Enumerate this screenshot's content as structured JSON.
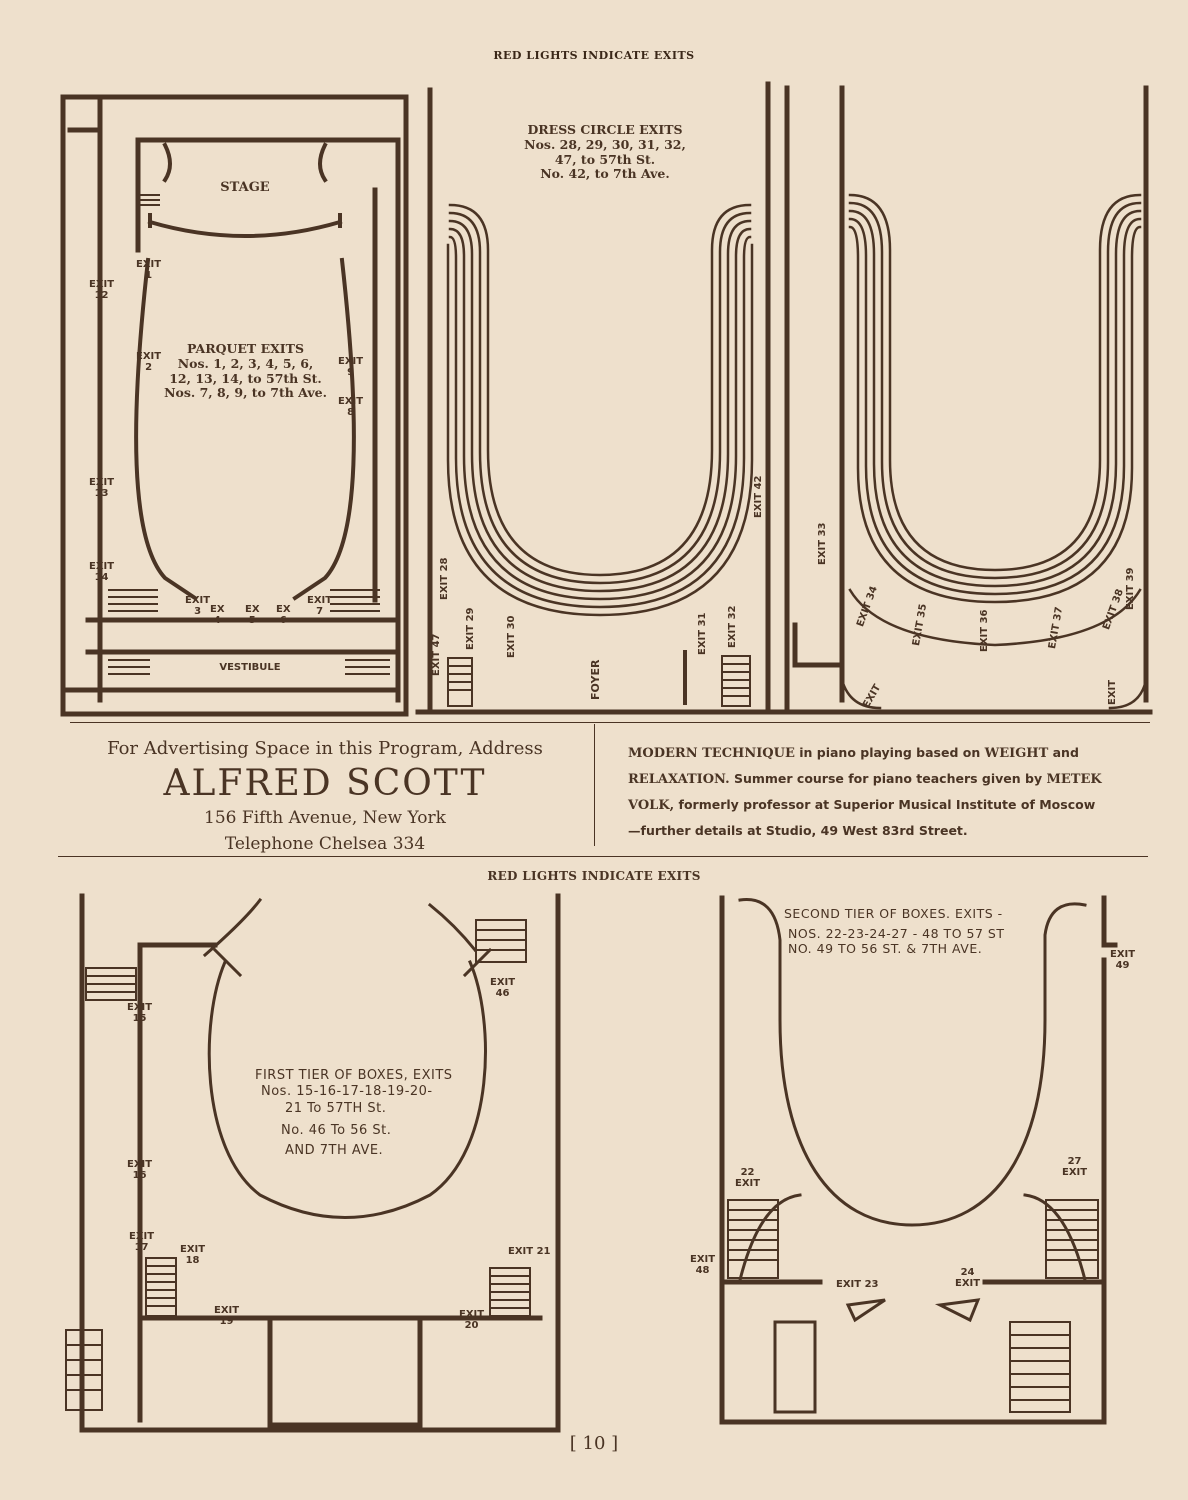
{
  "header": {
    "heading": "RED LIGHTS INDICATE EXITS"
  },
  "parquet_plan": {
    "stage": "STAGE",
    "vestibule": "VESTIBULE",
    "title": "PARQUET EXITS",
    "details": [
      "Nos. 1, 2, 3, 4, 5, 6,",
      "12, 13, 14, to 57th St.",
      "Nos. 7, 8, 9, to 7th Ave."
    ],
    "exits": [
      "EXIT\n1",
      "EXIT\n2",
      "EXIT\n12",
      "EXIT\n13",
      "EXIT\n14",
      "EXIT\n9",
      "EXIT\n8",
      "EXIT\n3",
      "EX\n4",
      "EX\n5",
      "EX\n6",
      "EXIT\n7"
    ]
  },
  "dress_circle_plan": {
    "title": "DRESS CIRCLE EXITS",
    "details": [
      "Nos. 28, 29, 30, 31, 32,",
      "47, to 57th St.",
      "No. 42, to 7th Ave."
    ],
    "foyer": "FOYER",
    "exits": [
      "EXIT 28",
      "EXIT 29",
      "EXIT 30",
      "EXIT 47",
      "EXIT 31",
      "EXIT 32",
      "EXIT 42"
    ]
  },
  "balcony_plan": {
    "exits": [
      "EXIT 33",
      "EXIT 34",
      "EXIT 35",
      "EXIT 36",
      "EXIT 37",
      "EXIT 38",
      "EXIT 39",
      "EXIT",
      "EXIT"
    ]
  },
  "ad_left": {
    "line1": "For Advertising Space in this Program, Address",
    "name": "ALFRED SCOTT",
    "address": "156 Fifth Avenue, New York",
    "telephone": "Telephone Chelsea 334"
  },
  "ad_right": {
    "lead": "MODERN TECHNIQUE",
    "text1": " in piano playing based on ",
    "weight": "WEIGHT",
    "text2": " and",
    "relax": "RELAXATION.",
    "text3": " Summer course for piano teachers given by ",
    "metek": "METEK",
    "volk": "VOLK,",
    "text4": " formerly professor at Superior Musical Institute of Moscow",
    "text5": "—further details at Studio, 49 West 83rd Street."
  },
  "mid_heading": "RED LIGHTS INDICATE EXITS",
  "first_tier_plan": {
    "title": "FIRST TIER OF BOXES, EXITS",
    "lines": [
      "Nos. 15-16-17-18-19-20-",
      "21 To 57TH St.",
      "No. 46 To 56 St.",
      "AND 7TH AVE."
    ],
    "exits": [
      "EXIT\n15",
      "EXIT\n16",
      "EXIT\n17",
      "EXIT\n18",
      "EXIT\n19",
      "EXIT\n20",
      "EXIT 21",
      "EXIT\n46"
    ]
  },
  "second_tier_plan": {
    "title": "SECOND TIER OF BOXES. EXITS -",
    "lines": [
      "NOS. 22-23-24-27 - 48 TO 57 ST",
      "NO. 49 TO 56 ST. & 7TH AVE."
    ],
    "exits": [
      "22\nEXIT",
      "27\nEXIT",
      "EXIT\n48",
      "EXIT 23",
      "24\nEXIT",
      "EXIT\n49"
    ]
  },
  "page_number": "[ 10 ]"
}
